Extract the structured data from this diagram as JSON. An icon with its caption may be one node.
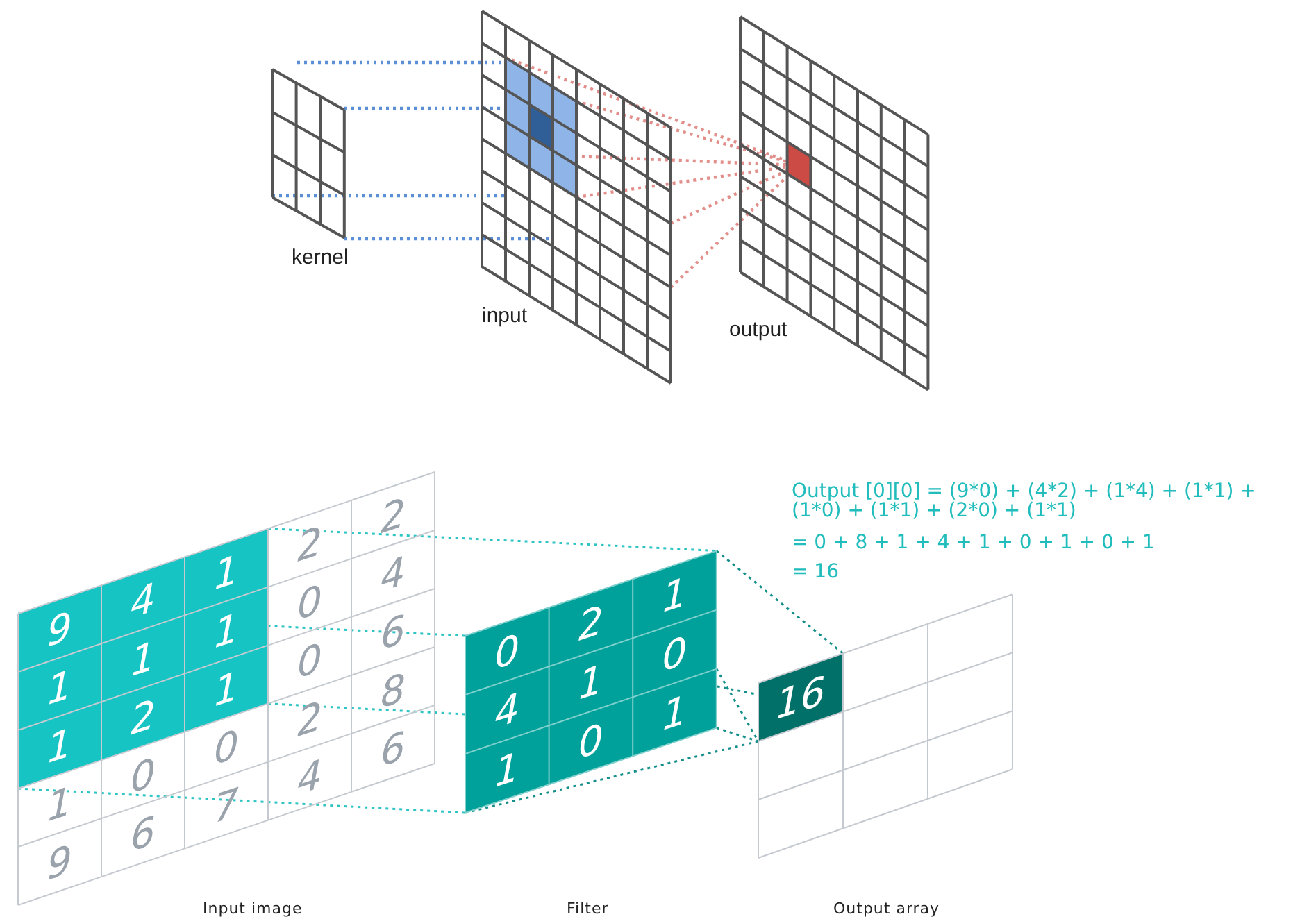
{
  "diagram": {
    "nodes": [
      {
        "text": [
          "kernel"
        ]
      },
      {
        "text": [
          "input"
        ]
      },
      {
        "text": [
          "output"
        ]
      },
      {
        "text": [
          "9",
          "4",
          "1",
          "2",
          "2",
          "1",
          "1",
          "1",
          "0",
          "4",
          "1",
          "2",
          "1",
          "0",
          "6",
          "1",
          "0",
          "0",
          "2",
          "8",
          "9",
          "6",
          "7",
          "4",
          "6",
          "Input image"
        ]
      },
      {
        "text": [
          "0",
          "2",
          "1",
          "4",
          "1",
          "0",
          "1",
          "0",
          "1",
          "Filter"
        ]
      },
      {
        "text": [
          "16",
          "Output array"
        ]
      }
    ],
    "edges": [
      {
        "from": 0,
        "to": 1,
        "arrow": "none",
        "style": "dashed",
        "color": "#5b8fd6"
      },
      {
        "from": 0,
        "to": 1,
        "arrow": "none",
        "style": "dashed",
        "color": "#5b8fd6"
      },
      {
        "from": 0,
        "to": 1,
        "arrow": "none",
        "style": "dashed",
        "color": "#5b8fd6"
      },
      {
        "from": 0,
        "to": 1,
        "arrow": "none",
        "style": "dashed",
        "color": "#5b8fd6"
      },
      {
        "from": 1,
        "to": 2,
        "arrow": "none",
        "style": "dashed",
        "color": "#e28e8a"
      },
      {
        "from": 1,
        "to": 2,
        "arrow": "none",
        "style": "dashed",
        "color": "#e28e8a"
      },
      {
        "from": 1,
        "to": 2,
        "arrow": "none",
        "style": "dashed",
        "color": "#e28e8a"
      },
      {
        "from": 1,
        "to": 2,
        "arrow": "none",
        "style": "dashed",
        "color": "#e28e8a"
      },
      {
        "from": 1,
        "to": 2,
        "arrow": "none",
        "style": "dashed",
        "color": "#e28e8a"
      },
      {
        "from": 1,
        "to": 2,
        "arrow": "none",
        "style": "dashed",
        "color": "#e28e8a"
      },
      {
        "from": 3,
        "to": 4,
        "arrow": "none",
        "style": "dashed",
        "color": "#2ec4c4"
      },
      {
        "from": 3,
        "to": 4,
        "arrow": "none",
        "style": "dashed",
        "color": "#2ec4c4"
      },
      {
        "from": 3,
        "to": 4,
        "arrow": "none",
        "style": "dashed",
        "color": "#2ec4c4"
      },
      {
        "from": 3,
        "to": 4,
        "arrow": "none",
        "style": "dashed",
        "color": "#2ec4c4"
      },
      {
        "from": 4,
        "to": 5,
        "arrow": "none",
        "style": "dashed",
        "color": "#148f8a"
      },
      {
        "from": 4,
        "to": 5,
        "arrow": "none",
        "style": "dashed",
        "color": "#148f8a"
      },
      {
        "from": 4,
        "to": 5,
        "arrow": "none",
        "style": "dashed",
        "color": "#148f8a"
      },
      {
        "from": 4,
        "to": 5,
        "arrow": "none",
        "style": "dashed",
        "color": "#148f8a"
      },
      {
        "from": 4,
        "to": 5,
        "arrow": "none",
        "style": "dashed",
        "color": "#148f8a"
      }
    ],
    "labels": [
      "Output [0][0] = (9*0) + (4*2) + (1*4) + (1*1) + (1*0) + (1*1) + (2*0) + (1*1)",
      "= 0 + 8 + 1 + 4 + 1 + 0 + 1 + 0 + 1",
      "= 16"
    ]
  }
}
